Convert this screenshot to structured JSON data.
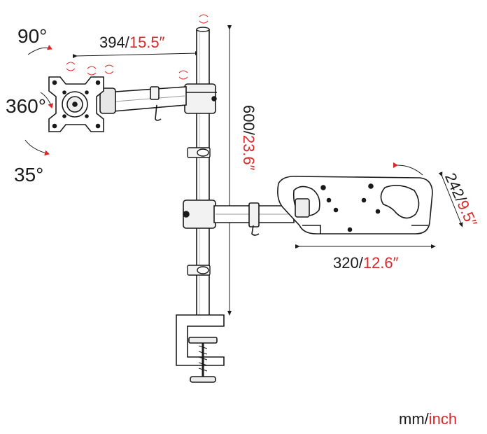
{
  "angles": {
    "tilt": "90°",
    "rotate": "360°",
    "swivel": "35°"
  },
  "dimensions": {
    "arm_length": {
      "mm": "394/",
      "inch": "15.5″"
    },
    "pole_height": {
      "mm": "600/",
      "inch": "23.6″"
    },
    "tray_width": {
      "mm": "320/",
      "inch": "12.6″"
    },
    "tray_depth": {
      "mm": "242/",
      "inch": "9.5″"
    }
  },
  "units": {
    "mm": "mm/",
    "inch": "inch"
  },
  "colors": {
    "line": "#1a1a1a",
    "accent": "#d8282a",
    "metal": "#e9e9e9"
  }
}
